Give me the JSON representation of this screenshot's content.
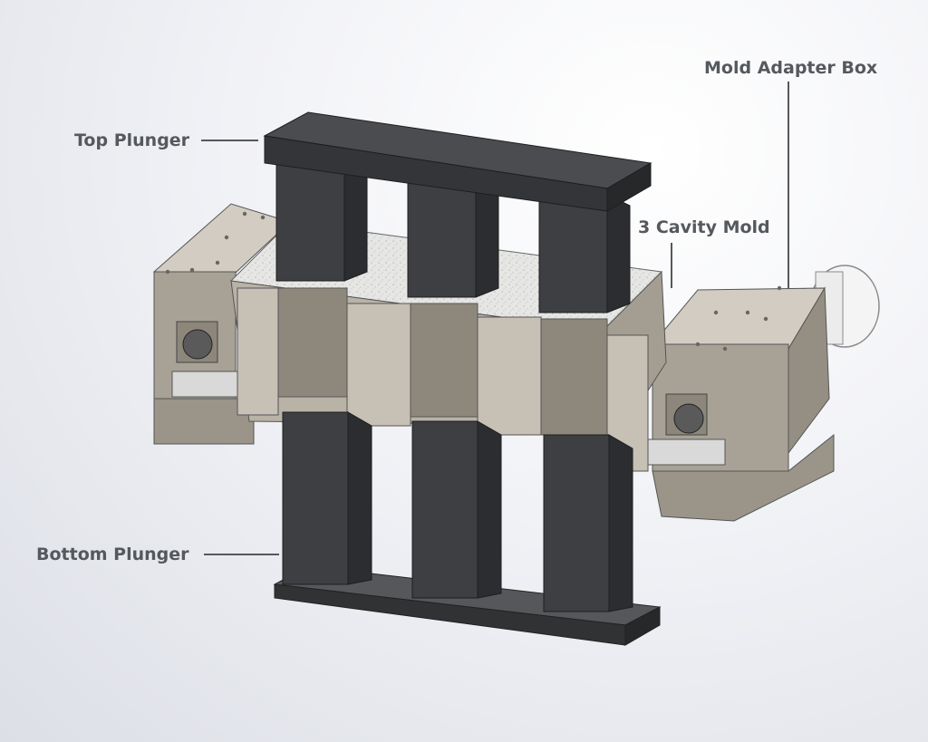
{
  "callouts": {
    "top_plunger": "Top Plunger",
    "cavity_mold": "3 Cavity Mold",
    "mold_adapter_box": "Mold Adapter Box",
    "bottom_plunger": "Bottom Plunger"
  },
  "colors": {
    "plunger": "#3a3c3e",
    "mold_body": "#b8b2a7",
    "adapter_box": "#a8a296",
    "label_text": "#55585d",
    "leader_line": "#55585d"
  }
}
